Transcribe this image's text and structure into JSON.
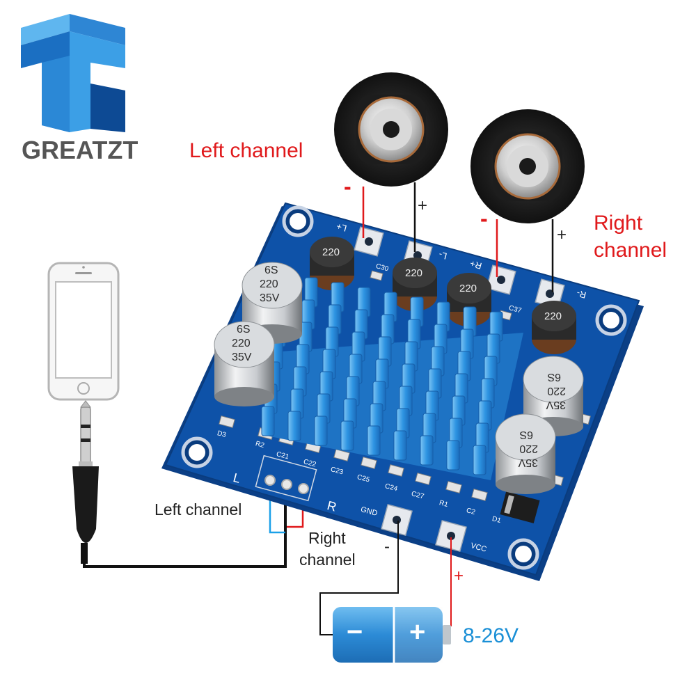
{
  "brand": {
    "name": "GREATZT",
    "logo_colors": {
      "light": "#3fa3e8",
      "mid": "#1b6fc2",
      "dark": "#0d4a94"
    },
    "text_color": "#555555"
  },
  "labels": {
    "left_channel_top": "Left channel",
    "right_channel_top_line1": "Right",
    "right_channel_top_line2": "channel",
    "left_channel_input": "Left channel",
    "right_channel_input_line1": "Right",
    "right_channel_input_line2": "channel",
    "voltage": "8-26V"
  },
  "polarity": {
    "left_speaker_minus": "-",
    "left_speaker_plus": "+",
    "right_speaker_minus": "-",
    "right_speaker_plus": "+",
    "gnd_minus": "-",
    "vcc_plus": "+",
    "battery_minus": "−",
    "battery_plus": "+"
  },
  "board": {
    "terminals": [
      "L+",
      "L-",
      "R+",
      "R-",
      "GND",
      "VCC"
    ],
    "input_header": [
      "L",
      "R"
    ],
    "inductors": [
      "220",
      "220",
      "220",
      "220"
    ],
    "capacitors": [
      {
        "line1": "6S",
        "line2": "220",
        "line3": "35V"
      },
      {
        "line1": "6S",
        "line2": "220",
        "line3": "35V"
      },
      {
        "line1": "6S",
        "line2": "220",
        "line3": "35V"
      },
      {
        "line1": "6S",
        "line2": "220",
        "line3": "35V"
      }
    ],
    "components": [
      "C30",
      "C37",
      "C21",
      "C22",
      "C23",
      "C25",
      "C24",
      "C27",
      "R1",
      "R2",
      "C2",
      "D1",
      "D3"
    ]
  },
  "colors": {
    "pcb": "#0e4fa3",
    "heatsink": "#2f95e0",
    "accent_red": "#e0191b",
    "accent_blue": "#1a8fd6",
    "battery": "#2f8fd8"
  }
}
